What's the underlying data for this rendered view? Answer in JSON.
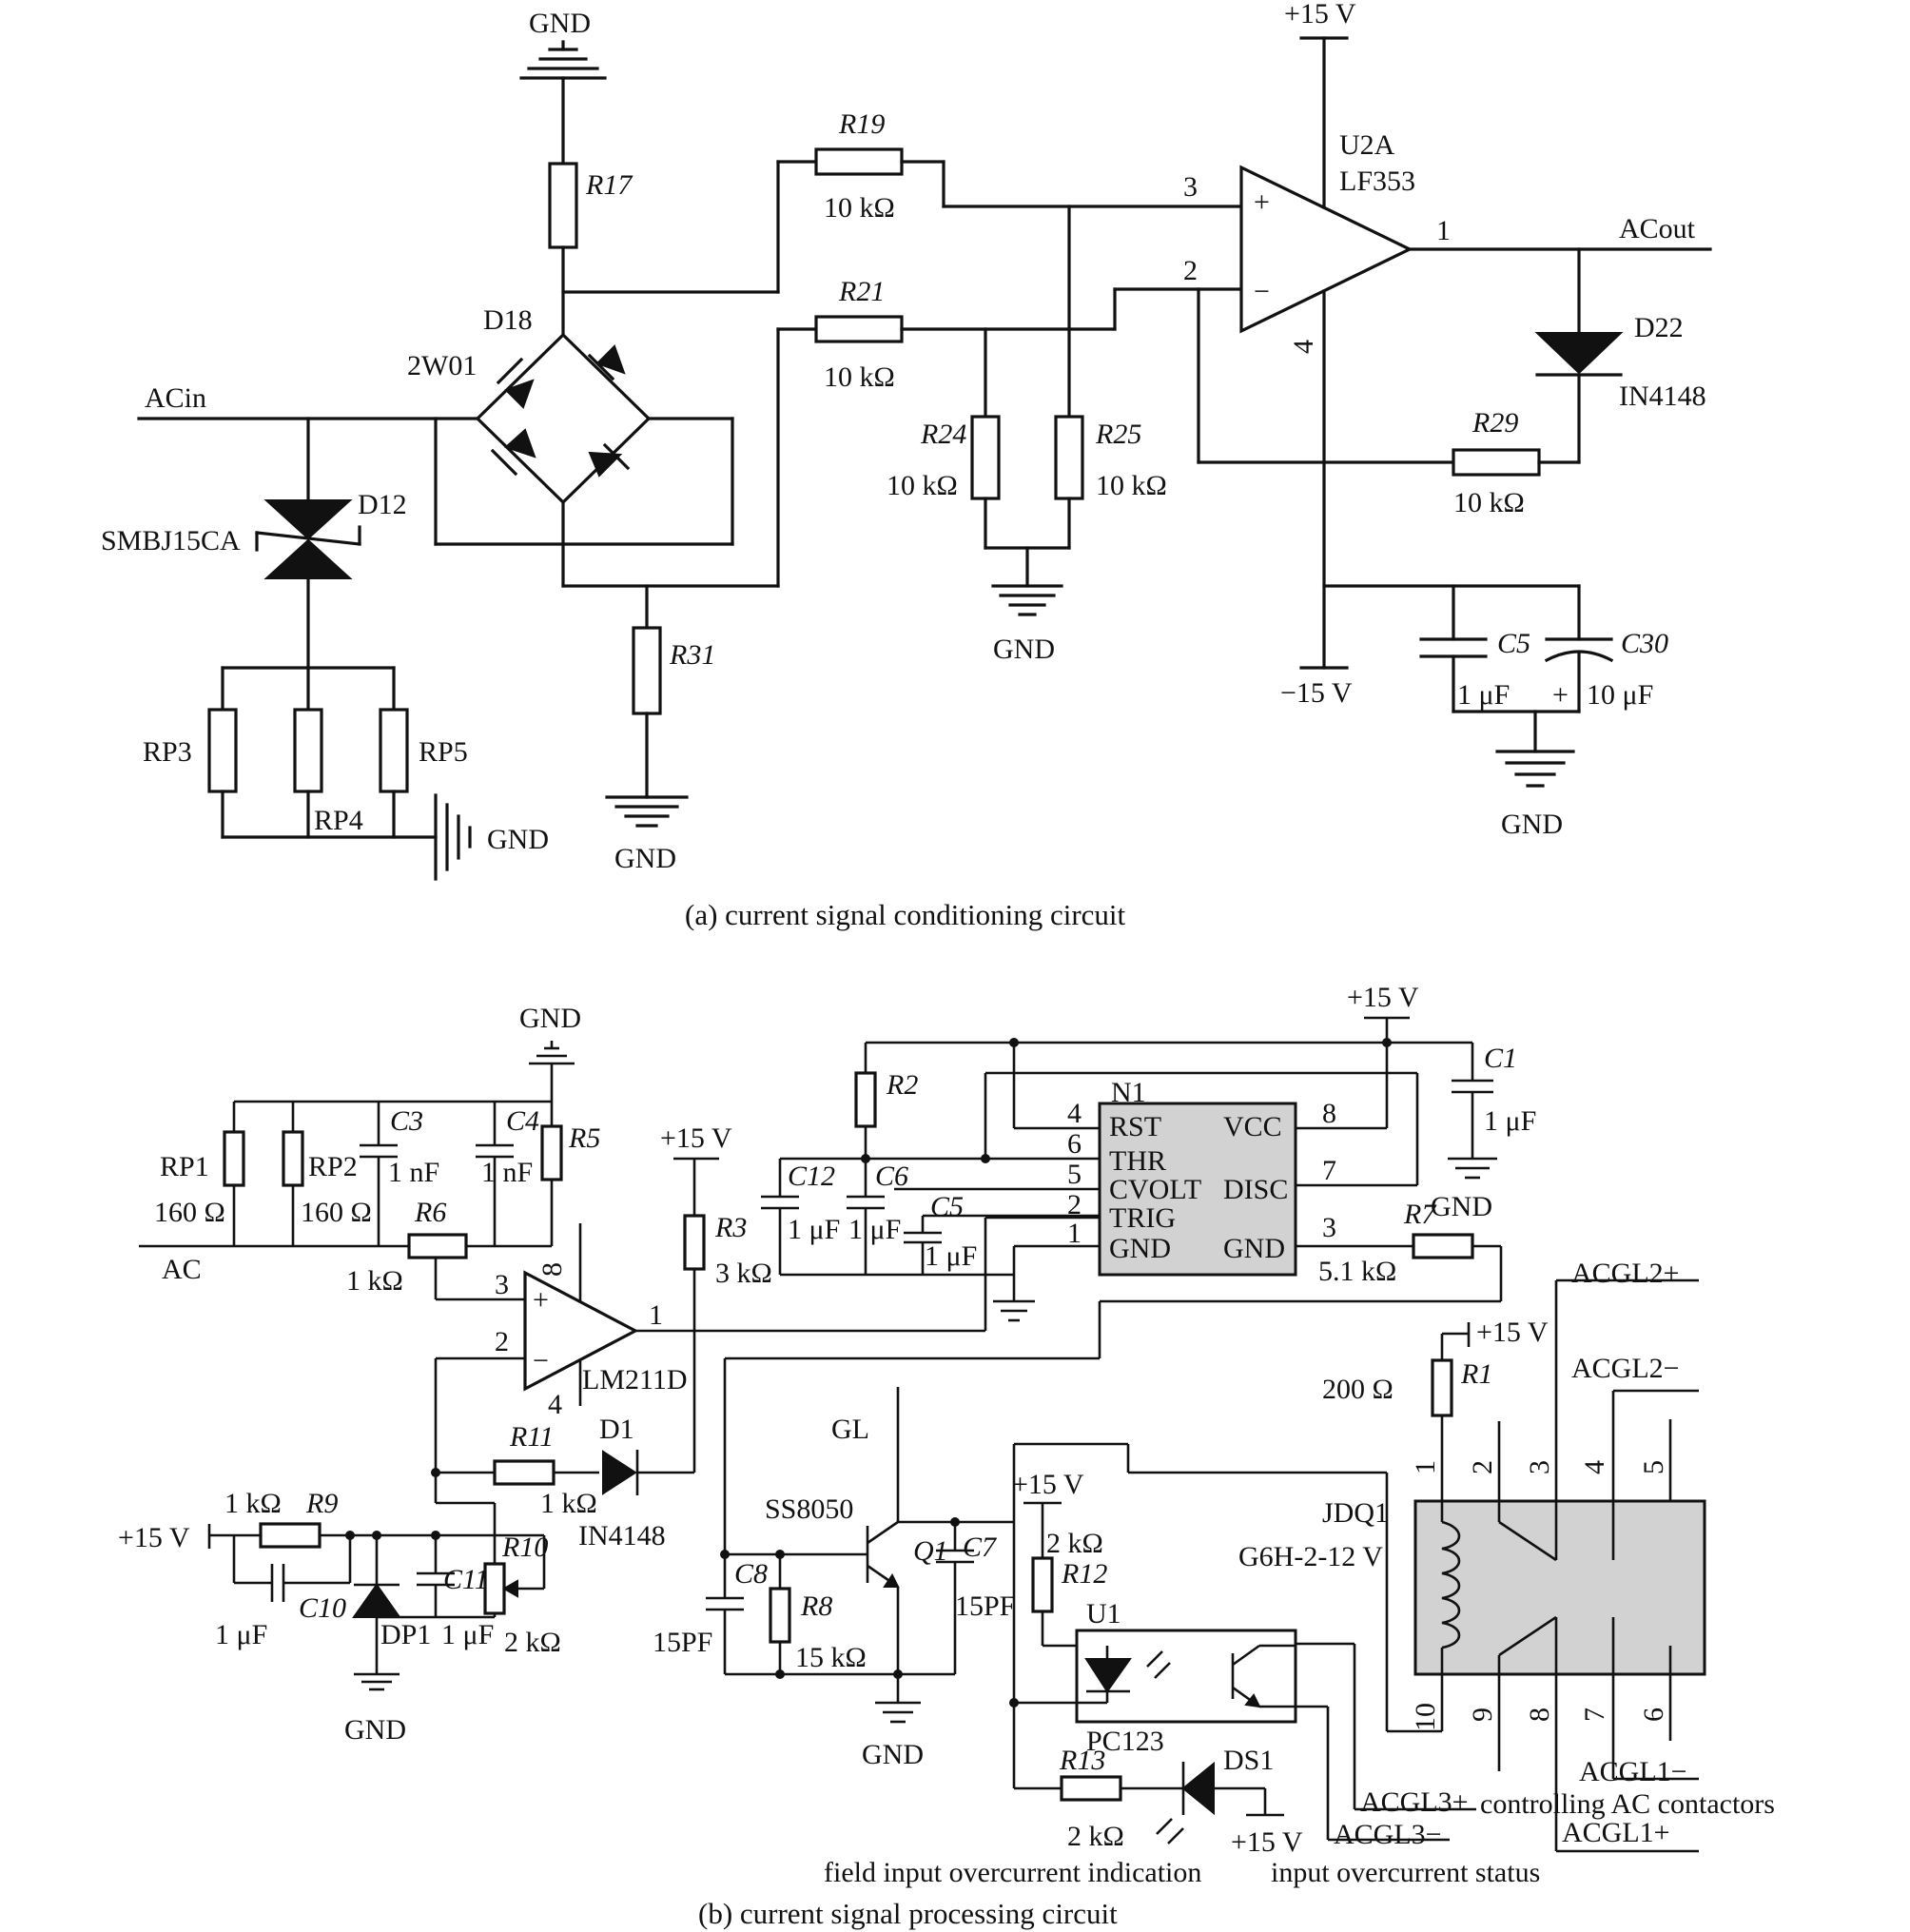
{
  "captions": {
    "a": "(a) current signal conditioning circuit",
    "b": "(b) current signal processing circuit"
  },
  "a": {
    "gnd": "GND",
    "pos15": "+15 V",
    "neg15": "−15 V",
    "acin": "ACin",
    "acout": "ACout",
    "r17": "R17",
    "r19": "R19",
    "r19v": "10 kΩ",
    "r21": "R21",
    "r21v": "10 kΩ",
    "r24": "R24",
    "r24v": "10 kΩ",
    "r25": "R25",
    "r25v": "10 kΩ",
    "r29": "R29",
    "r29v": "10 kΩ",
    "r31": "R31",
    "d18": "D18",
    "bridge": "2W01",
    "d12": "D12",
    "tvs": "SMBJ15CA",
    "rp3": "RP3",
    "rp4": "RP4",
    "rp5": "RP5",
    "u2a": "U2A",
    "lf353": "LF353",
    "p3": "3",
    "p2": "2",
    "p1": "1",
    "p4": "4",
    "d22": "D22",
    "d22t": "IN4148",
    "c5": "C5",
    "c5v": "1 μF",
    "c30": "C30",
    "c30v": "10 μF",
    "plus": "+",
    "minus": "−"
  },
  "b": {
    "gnd": "GND",
    "pos15": "+15 V",
    "ac": "AC",
    "rp1": "RP1",
    "rp1v": "160 Ω",
    "rp2": "RP2",
    "rp2v": "160 Ω",
    "c3": "C3",
    "c3v": "1 nF",
    "c4": "C4",
    "c4v": "1 nF",
    "r5": "R5",
    "r6": "R6",
    "r6v": "1 kΩ",
    "lm211": "LM211D",
    "p8": "8",
    "p3": "3",
    "p2": "2",
    "p1": "1",
    "p4": "4",
    "r3": "R3",
    "r3v": "3 kΩ",
    "r2": "R2",
    "c12": "C12",
    "c12v": "1 μF",
    "c6": "C6",
    "c6v": "1 μF",
    "c5": "C5",
    "c5v": "1 μF",
    "n1": "N1",
    "rst": "RST",
    "thr": "THR",
    "cvolt": "CVOLT",
    "trig": "TRIG",
    "gndp": "GND",
    "vcc": "VCC",
    "disc": "DISC",
    "gndr": "GND",
    "n4": "4",
    "n6": "6",
    "n5": "5",
    "n2": "2",
    "n1p": "1",
    "n8": "8",
    "n7": "7",
    "n3": "3",
    "c1": "C1",
    "c1v": "1 μF",
    "r7": "R7",
    "r7v": "5.1 kΩ",
    "acgl2p": "ACGL2+",
    "acgl2m": "ACGL2−",
    "r1": "R1",
    "r1v": "200 Ω",
    "jdq1": "JDQ1",
    "relay": "G6H-2-12 V",
    "rp_1": "1",
    "rp_2": "2",
    "rp_3": "3",
    "rp_4": "4",
    "rp_5": "5",
    "rp_10": "10",
    "rp_9": "9",
    "rp_8": "8",
    "rp_7": "7",
    "rp_6": "6",
    "acgl1m": "ACGL1−",
    "acgl1p": "ACGL1+",
    "controlling": "controlling AC contactors",
    "gl": "GL",
    "ss8050": "SS8050",
    "q1": "Q1",
    "c7": "C7",
    "c7v": "15PF",
    "c8": "C8",
    "c8v": "15PF",
    "r8": "R8",
    "r8v": "15 kΩ",
    "r12": "R12",
    "r12v": "2 kΩ",
    "u1": "U1",
    "pc123": "PC123",
    "r13": "R13",
    "r13v": "2 kΩ",
    "ds1": "DS1",
    "acgl3p": "ACGL3+",
    "acgl3m": "ACGL3−",
    "field": "field input overcurrent indication",
    "inputstatus": "input overcurrent status",
    "r11": "R11",
    "r11v": "1 kΩ",
    "d1": "D1",
    "d1t": "IN4148",
    "r9": "R9",
    "r9v": "1 kΩ",
    "c10": "C10",
    "c10v": "1 μF",
    "c11": "C11",
    "c11v": "1 μF",
    "dp1": "DP1",
    "r10": "R10",
    "r10v": "2 kΩ",
    "plus": "+",
    "minus": "−"
  }
}
